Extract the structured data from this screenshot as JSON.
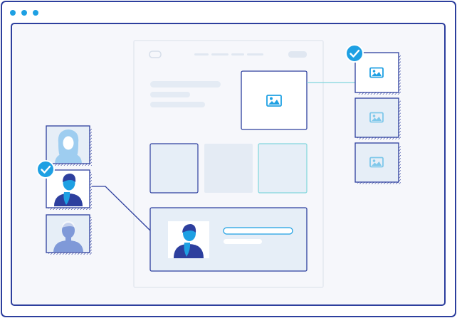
{
  "colors": {
    "frame_border": "#2d3f9e",
    "canvas_bg": "#f6f7fb",
    "wire_border": "#e3e8f0",
    "placeholder": "#e4ebf4",
    "card_bg": "#e6eef7",
    "card_border": "#2d3f9e",
    "accent_blue": "#1ea0e3",
    "accent_light": "#7fc8ea",
    "teal_highlight": "#7fd6dc",
    "check_bg": "#1ea0e3",
    "avatar_dark": "#2d3f9e",
    "avatar_mid": "#7f99d8",
    "avatar_light": "#9ecdf0"
  },
  "window": {
    "controls": [
      "window-dot",
      "window-dot",
      "window-dot"
    ]
  },
  "icons": {
    "image": "image-icon",
    "check": "checkmark-icon",
    "avatar": "person-icon"
  },
  "left_stack": {
    "cards": [
      {
        "icon": "person-long-hair-icon",
        "selected": false
      },
      {
        "icon": "person-icon",
        "selected": true
      },
      {
        "icon": "person-short-hair-icon",
        "selected": false
      }
    ]
  },
  "right_stack": {
    "cards": [
      {
        "icon": "image-icon",
        "selected": true
      },
      {
        "icon": "image-icon",
        "selected": false
      },
      {
        "icon": "image-icon",
        "selected": false
      }
    ]
  }
}
